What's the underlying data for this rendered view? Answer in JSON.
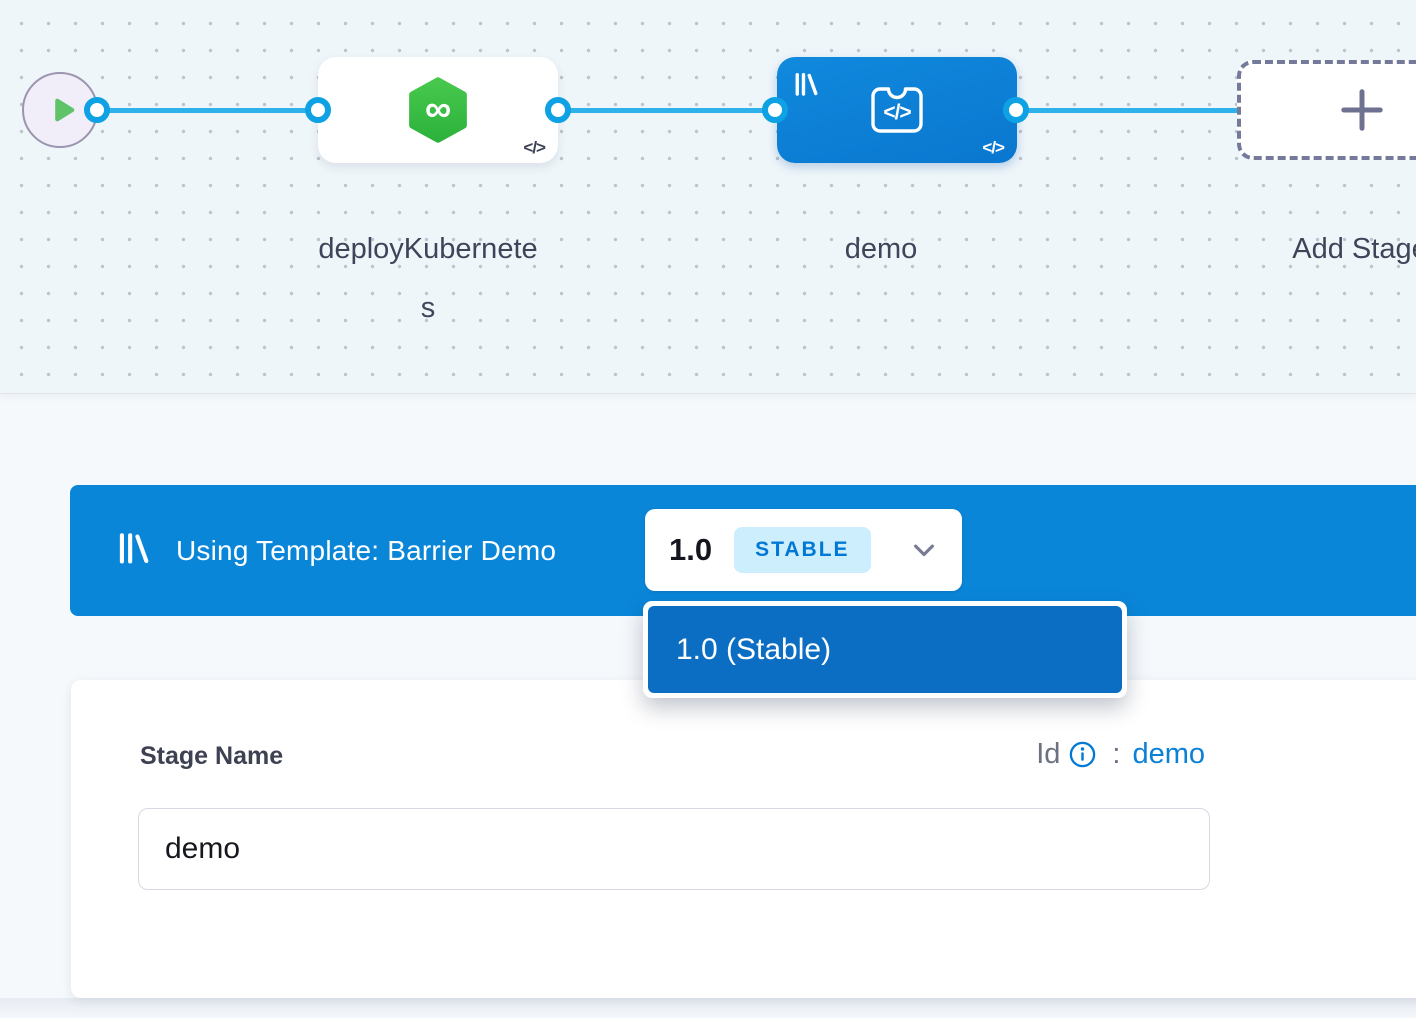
{
  "colors": {
    "banner_blue": "#0a86d9",
    "dropdown_item_blue": "#0c6ec3",
    "stage_node_blue": "#0d86dc",
    "edge_blue": "#2fb2ea",
    "port_ring_blue": "#0ea2e5",
    "accent_blue": "#0278d5",
    "stable_badge_bg": "#cdeefd",
    "deploy_icon_green": "#3cc144",
    "play_icon_green": "#5fc469"
  },
  "canvas": {
    "start_node_icon": "play-icon",
    "stages": [
      {
        "name": "deployKubernetes",
        "icon": "kubernetes-deploy-icon",
        "templated": false
      },
      {
        "name": "demo",
        "icon": "custom-stage-icon",
        "templated": true
      }
    ],
    "add_stage_label": "Add Stage"
  },
  "template_banner": {
    "icon": "template-library-icon",
    "text": "Using Template: Barrier Demo",
    "version_selector": {
      "version": "1.0",
      "badge": "STABLE",
      "chevron_icon": "chevron-down-icon"
    }
  },
  "version_dropdown": {
    "items": [
      {
        "label": "1.0 (Stable)",
        "selected": true
      }
    ]
  },
  "stage_form": {
    "name_label": "Stage Name",
    "name_value": "demo",
    "id_label": "Id",
    "id_separator": ":",
    "id_value": "demo",
    "info_icon": "info-icon"
  },
  "icons": {
    "code_badge": "</>",
    "infinity": "∞"
  }
}
